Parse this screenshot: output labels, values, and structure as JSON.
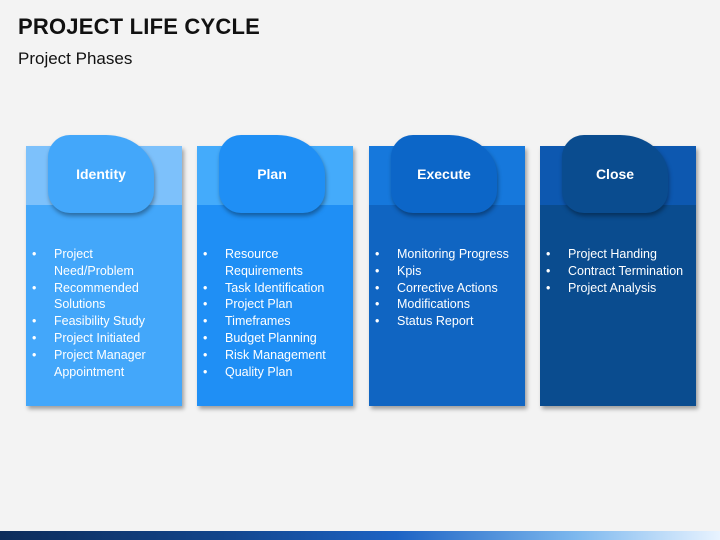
{
  "title": "PROJECT LIFE CYCLE",
  "subtitle": "Project Phases",
  "phases": [
    {
      "name": "Identity",
      "colors": {
        "band": "#7dc1fb",
        "body": "#43a7fa",
        "tab": "#43a7fa"
      },
      "items": [
        "Project Need/Problem",
        "Recommended Solutions",
        "Feasibility Study",
        "Project Initiated",
        "Project Manager Appointment"
      ]
    },
    {
      "name": "Plan",
      "colors": {
        "band": "#44abfb",
        "body": "#1f8ff5",
        "tab": "#1f8ff5"
      },
      "items": [
        "Resource Requirements",
        "Task Identification",
        "Project Plan",
        "Timeframes",
        "Budget Planning",
        "Risk Management",
        "Quality Plan"
      ]
    },
    {
      "name": "Execute",
      "colors": {
        "band": "#1678dc",
        "body": "#1065c2",
        "tab": "#0c66c8"
      },
      "items": [
        "Monitoring Progress",
        "Kpis",
        "Corrective Actions",
        "Modifications",
        "Status Report"
      ]
    },
    {
      "name": "Close",
      "colors": {
        "band": "#0d58b0",
        "body": "#0a4c8f",
        "tab": "#0a4c8f"
      },
      "items": [
        "Project Handing",
        "Contract Termination",
        "Project Analysis"
      ]
    }
  ]
}
